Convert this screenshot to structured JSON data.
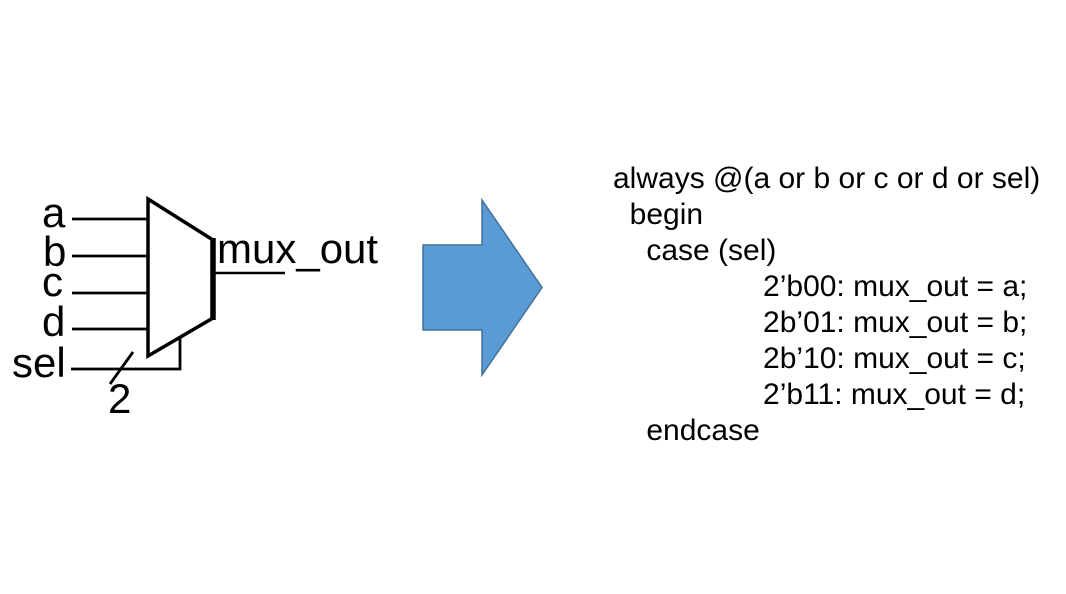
{
  "diagram": {
    "input_labels": [
      "a",
      "b",
      "c",
      "d"
    ],
    "select_label": "sel",
    "select_bus_width": "2",
    "output_label": "mux_out"
  },
  "colors": {
    "arrow_fill": "#5B9BD5",
    "arrow_border": "#41719C",
    "ink": "#000000"
  },
  "code": {
    "lines": [
      "always @(a or b or c or d or sel)",
      "  begin",
      "    case (sel)",
      "                  2’b00: mux_out = a;",
      "                  2b’01: mux_out = b;",
      "                  2b’10: mux_out = c;",
      "                  2’b11: mux_out = d;",
      "    endcase"
    ]
  }
}
